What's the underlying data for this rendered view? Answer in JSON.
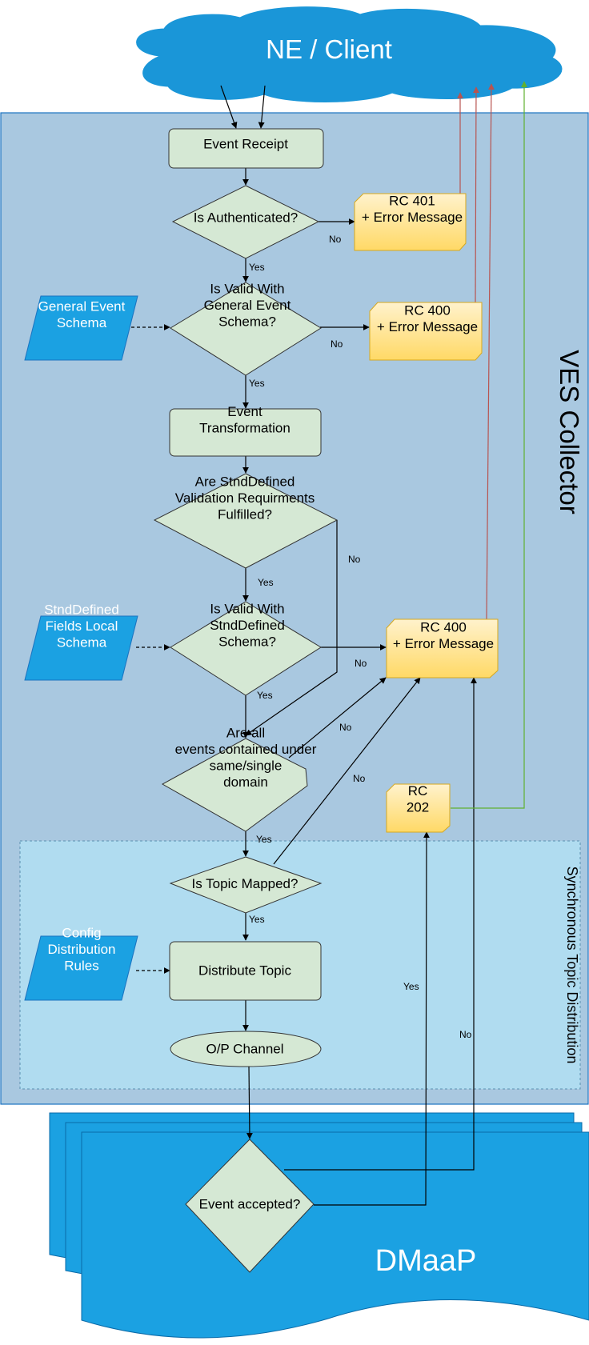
{
  "client": {
    "label": "NE / Client"
  },
  "collector": {
    "title": "VES Collector",
    "sync_section_title": "Synchronous Topic Distribution"
  },
  "dmaap": {
    "label": "DMaaP"
  },
  "nodes": {
    "event_receipt": [
      "Event Receipt"
    ],
    "is_authenticated": [
      "Is Authenticated?"
    ],
    "rc401": [
      "RC 401",
      "+ Error Message"
    ],
    "general_schema": [
      "General Event",
      "Schema"
    ],
    "valid_general": [
      "Is Valid With",
      "General Event",
      "Schema?"
    ],
    "rc400_a": [
      "RC 400",
      "+ Error Message"
    ],
    "transformation": [
      "Event",
      "Transformation"
    ],
    "stnd_requirements": [
      "Are StndDefined",
      "Validation Requirments",
      "Fulfilled?"
    ],
    "stnd_schema": [
      "StndDefined",
      "Fields Local",
      "Schema"
    ],
    "valid_stnd": [
      "Is Valid With",
      "StndDefined",
      "Schema?"
    ],
    "rc400_b": [
      "RC 400",
      "+ Error Message"
    ],
    "same_domain": [
      "Are all",
      "events contained under",
      "same/single",
      "domain"
    ],
    "rc202": [
      "RC",
      "202"
    ],
    "topic_mapped": [
      "Is Topic Mapped?"
    ],
    "config_rules": [
      "Config",
      "Distribution",
      "Rules"
    ],
    "distribute_topic": [
      "Distribute Topic"
    ],
    "op_channel": [
      "O/P Channel"
    ],
    "event_accepted": [
      "Event accepted?"
    ]
  },
  "edge_labels": {
    "auth_no": "No",
    "auth_yes": "Yes",
    "general_no": "No",
    "general_yes": "Yes",
    "req_no": "No",
    "req_yes": "Yes",
    "stnd_no": "No",
    "stnd_yes": "Yes",
    "domain_no": "No",
    "domain_yes": "Yes",
    "topic_no": "No",
    "topic_yes": "Yes",
    "accepted_yes": "Yes",
    "accepted_no": "No"
  },
  "colors": {
    "process_fill": "#d5e8d4",
    "collector_fill": "#a9c8e0",
    "sync_fill": "#b0dcf0",
    "data_fill": "#1ba1e2",
    "cloud_fill": "#1a96d8",
    "card_fill": "#ffd966",
    "return_error": "#b85450",
    "return_ok": "#60b030"
  }
}
